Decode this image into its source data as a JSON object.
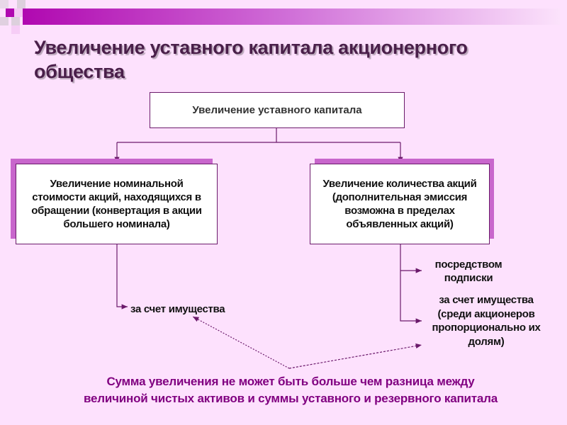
{
  "title": "Увеличение уставного капитала акционерного общества",
  "root": "Увеличение уставного капитала",
  "left_box": "Увеличение номинальной стоимости акций, находящихся в обращении (конвертация в акции большего номинала)",
  "right_box": "Увеличение количества акций (дополнительная эмиссия возможна в пределах объявленных акций)",
  "left_leaf": "за счет имущества",
  "right_leaf_1": "посредством подписки",
  "right_leaf_2": "за счет имущества (среди акционеров пропорционально их долям)",
  "note_line1": "Сумма увеличения не может быть больше чем разница между",
  "note_line2": "величиной чистых активов и суммы уставного и резервного капитала",
  "colors": {
    "accent": "#b008b0",
    "line": "#6b1a6b",
    "note": "#800080",
    "background": "#fde1fd"
  }
}
